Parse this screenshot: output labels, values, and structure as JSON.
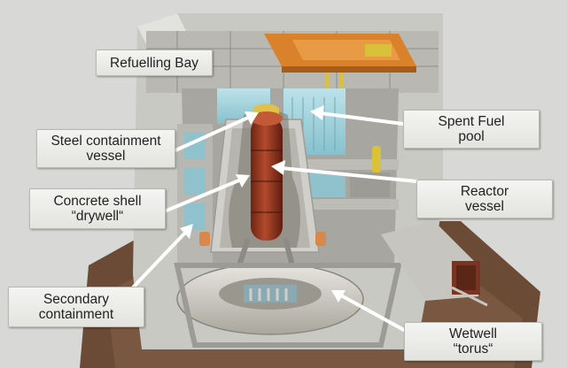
{
  "labels": {
    "refuelling_bay": [
      "Refuelling Bay"
    ],
    "spent_fuel_pool": [
      "Spent Fuel",
      "pool"
    ],
    "steel_containment_vessel": [
      "Steel containment",
      "vessel"
    ],
    "concrete_shell": [
      "Concrete shell",
      "“drywell“"
    ],
    "reactor_vessel": [
      "Reactor",
      "vessel"
    ],
    "secondary_containment": [
      "Secondary",
      "containment"
    ],
    "wetwell_torus": [
      "Wetwell",
      "“torus“"
    ]
  },
  "colors": {
    "background": "#d8d8d6",
    "concrete": "#c9c9c4",
    "pool_water": "#9ecfd8",
    "reactor_vessel": "#9a3b22",
    "crane": "#d9822b",
    "torus": "#d7d4cc",
    "earth": "#6b4a36",
    "arrow": "#ffffff"
  }
}
